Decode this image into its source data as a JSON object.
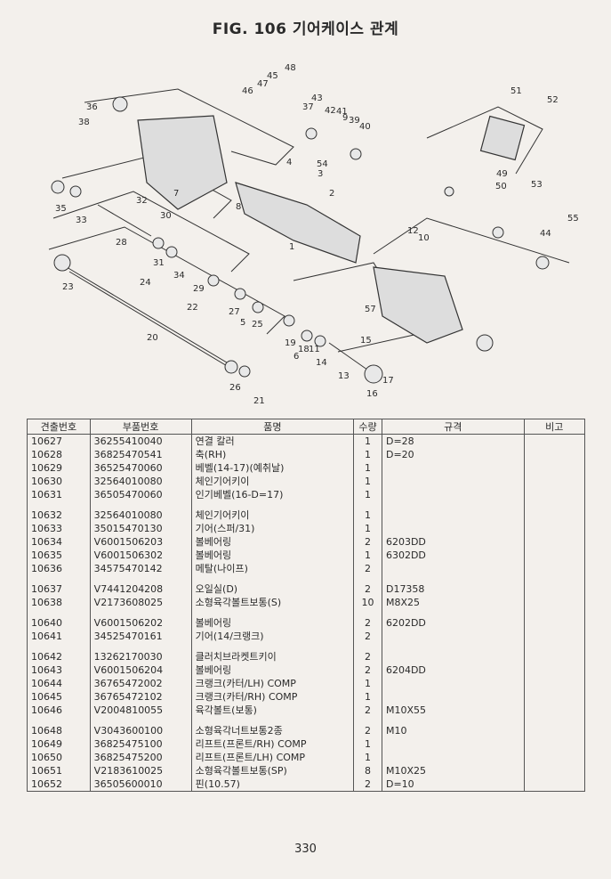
{
  "title": "FIG. 106 기어케이스 관계",
  "callouts": [
    "1",
    "2",
    "3",
    "4",
    "5",
    "6",
    "7",
    "8",
    "9",
    "10",
    "11",
    "12",
    "13",
    "14",
    "15",
    "16",
    "17",
    "18",
    "19",
    "20",
    "21",
    "22",
    "23",
    "24",
    "25",
    "26",
    "27",
    "28",
    "29",
    "30",
    "31",
    "32",
    "33",
    "34",
    "35",
    "36",
    "37",
    "38",
    "39",
    "40",
    "41",
    "42",
    "43",
    "44",
    "45",
    "46",
    "47",
    "48",
    "49",
    "50",
    "51",
    "52",
    "53",
    "54",
    "55",
    "57"
  ],
  "table": {
    "headers": [
      "견출번호",
      "부품번호",
      "품명",
      "수량",
      "규격",
      "비고"
    ],
    "rows": [
      {
        "no": "10627",
        "part": "36255410040",
        "name": "연결 칼러",
        "qty": "1",
        "spec": "D=28",
        "note": ""
      },
      {
        "no": "10628",
        "part": "36825470541",
        "name": "축(RH)",
        "qty": "1",
        "spec": "D=20",
        "note": ""
      },
      {
        "no": "10629",
        "part": "36525470060",
        "name": "베벨(14-17)(예취날)",
        "qty": "1",
        "spec": "",
        "note": ""
      },
      {
        "no": "10630",
        "part": "32564010080",
        "name": "체인기어키이",
        "qty": "1",
        "spec": "",
        "note": ""
      },
      {
        "no": "10631",
        "part": "36505470060",
        "name": "인기베벨(16-D=17)",
        "qty": "1",
        "spec": "",
        "note": ""
      },
      {
        "gap": true
      },
      {
        "no": "10632",
        "part": "32564010080",
        "name": "체인기어키이",
        "qty": "1",
        "spec": "",
        "note": ""
      },
      {
        "no": "10633",
        "part": "35015470130",
        "name": "기어(스퍼/31)",
        "qty": "1",
        "spec": "",
        "note": ""
      },
      {
        "no": "10634",
        "part": "V6001506203",
        "name": "볼베어링",
        "qty": "2",
        "spec": "6203DD",
        "note": ""
      },
      {
        "no": "10635",
        "part": "V6001506302",
        "name": "볼베어링",
        "qty": "1",
        "spec": "6302DD",
        "note": ""
      },
      {
        "no": "10636",
        "part": "34575470142",
        "name": "메탈(나이프)",
        "qty": "2",
        "spec": "",
        "note": ""
      },
      {
        "gap": true
      },
      {
        "no": "10637",
        "part": "V7441204208",
        "name": "오일실(D)",
        "qty": "2",
        "spec": "D17358",
        "note": ""
      },
      {
        "no": "10638",
        "part": "V2173608025",
        "name": "소형육각볼트보통(S)",
        "qty": "10",
        "spec": "M8X25",
        "note": ""
      },
      {
        "gap": true
      },
      {
        "no": "10640",
        "part": "V6001506202",
        "name": "볼베어링",
        "qty": "2",
        "spec": "6202DD",
        "note": ""
      },
      {
        "no": "10641",
        "part": "34525470161",
        "name": "기어(14/크랭크)",
        "qty": "2",
        "spec": "",
        "note": ""
      },
      {
        "gap": true
      },
      {
        "no": "10642",
        "part": "13262170030",
        "name": "클러치브라켓트키이",
        "qty": "2",
        "spec": "",
        "note": ""
      },
      {
        "no": "10643",
        "part": "V6001506204",
        "name": "볼베어링",
        "qty": "2",
        "spec": "6204DD",
        "note": ""
      },
      {
        "no": "10644",
        "part": "36765472002",
        "name": "크랭크(카터/LH) COMP",
        "qty": "1",
        "spec": "",
        "note": ""
      },
      {
        "no": "10645",
        "part": "36765472102",
        "name": "크랭크(카터/RH) COMP",
        "qty": "1",
        "spec": "",
        "note": ""
      },
      {
        "no": "10646",
        "part": "V2004810055",
        "name": "육각볼트(보통)",
        "qty": "2",
        "spec": "M10X55",
        "note": ""
      },
      {
        "gap": true
      },
      {
        "no": "10648",
        "part": "V3043600100",
        "name": "소형육각너트보통2종",
        "qty": "2",
        "spec": "M10",
        "note": ""
      },
      {
        "no": "10649",
        "part": "36825475100",
        "name": "리프트(프론트/RH) COMP",
        "qty": "1",
        "spec": "",
        "note": ""
      },
      {
        "no": "10650",
        "part": "36825475200",
        "name": "리프트(프론트/LH) COMP",
        "qty": "1",
        "spec": "",
        "note": ""
      },
      {
        "no": "10651",
        "part": "V2183610025",
        "name": "소형육각볼트보통(SP)",
        "qty": "8",
        "spec": "M10X25",
        "note": ""
      },
      {
        "no": "10652",
        "part": "36505600010",
        "name": "핀(10.57)",
        "qty": "2",
        "spec": "D=10",
        "note": ""
      }
    ]
  },
  "page_number": "330"
}
